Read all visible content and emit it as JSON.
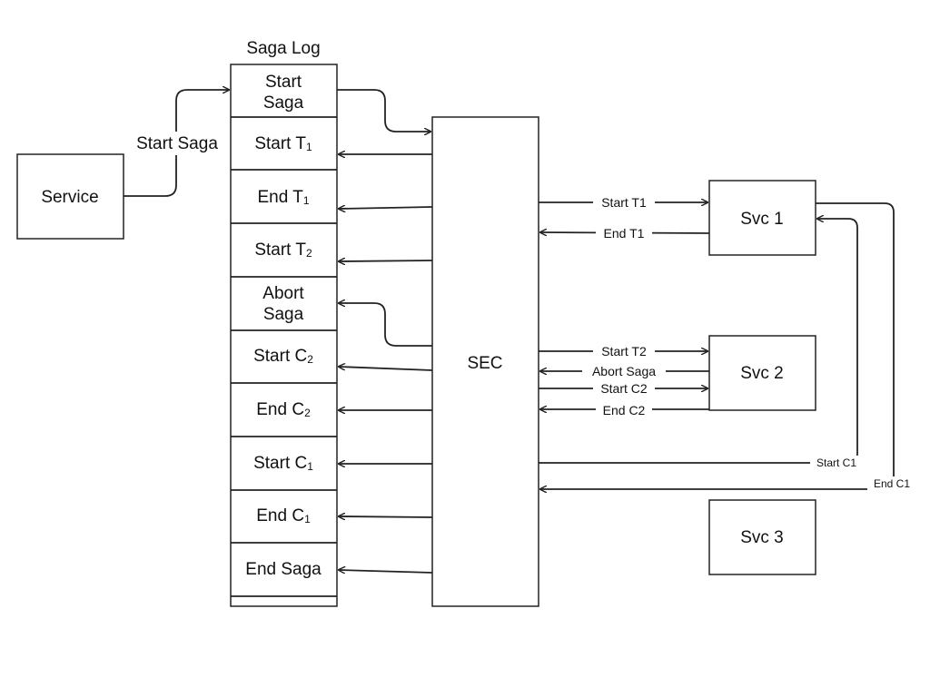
{
  "saga_log": {
    "title": "Saga Log",
    "entries": [
      {
        "lines": [
          "Start",
          "Saga"
        ]
      },
      {
        "main": "Start T",
        "sub": "1"
      },
      {
        "main": "End T",
        "sub": "1"
      },
      {
        "main": "Start T",
        "sub": "2"
      },
      {
        "lines": [
          "Abort",
          "Saga"
        ]
      },
      {
        "main": "Start C",
        "sub": "2"
      },
      {
        "main": "End C",
        "sub": "2"
      },
      {
        "main": "Start C",
        "sub": "1"
      },
      {
        "main": "End C",
        "sub": "1"
      },
      {
        "main": "End Saga"
      }
    ]
  },
  "service": {
    "label": "Service",
    "start_saga_label": "Start Saga"
  },
  "sec": {
    "label": "SEC"
  },
  "services": {
    "svc1": "Svc 1",
    "svc2": "Svc 2",
    "svc3": "Svc 3"
  },
  "messages": {
    "start_t1": "Start T1",
    "end_t1": "End T1",
    "start_t2": "Start T2",
    "abort_saga": "Abort Saga",
    "start_c2": "Start C2",
    "end_c2": "End C2",
    "start_c1": "Start C1",
    "end_c1": "End C1"
  }
}
